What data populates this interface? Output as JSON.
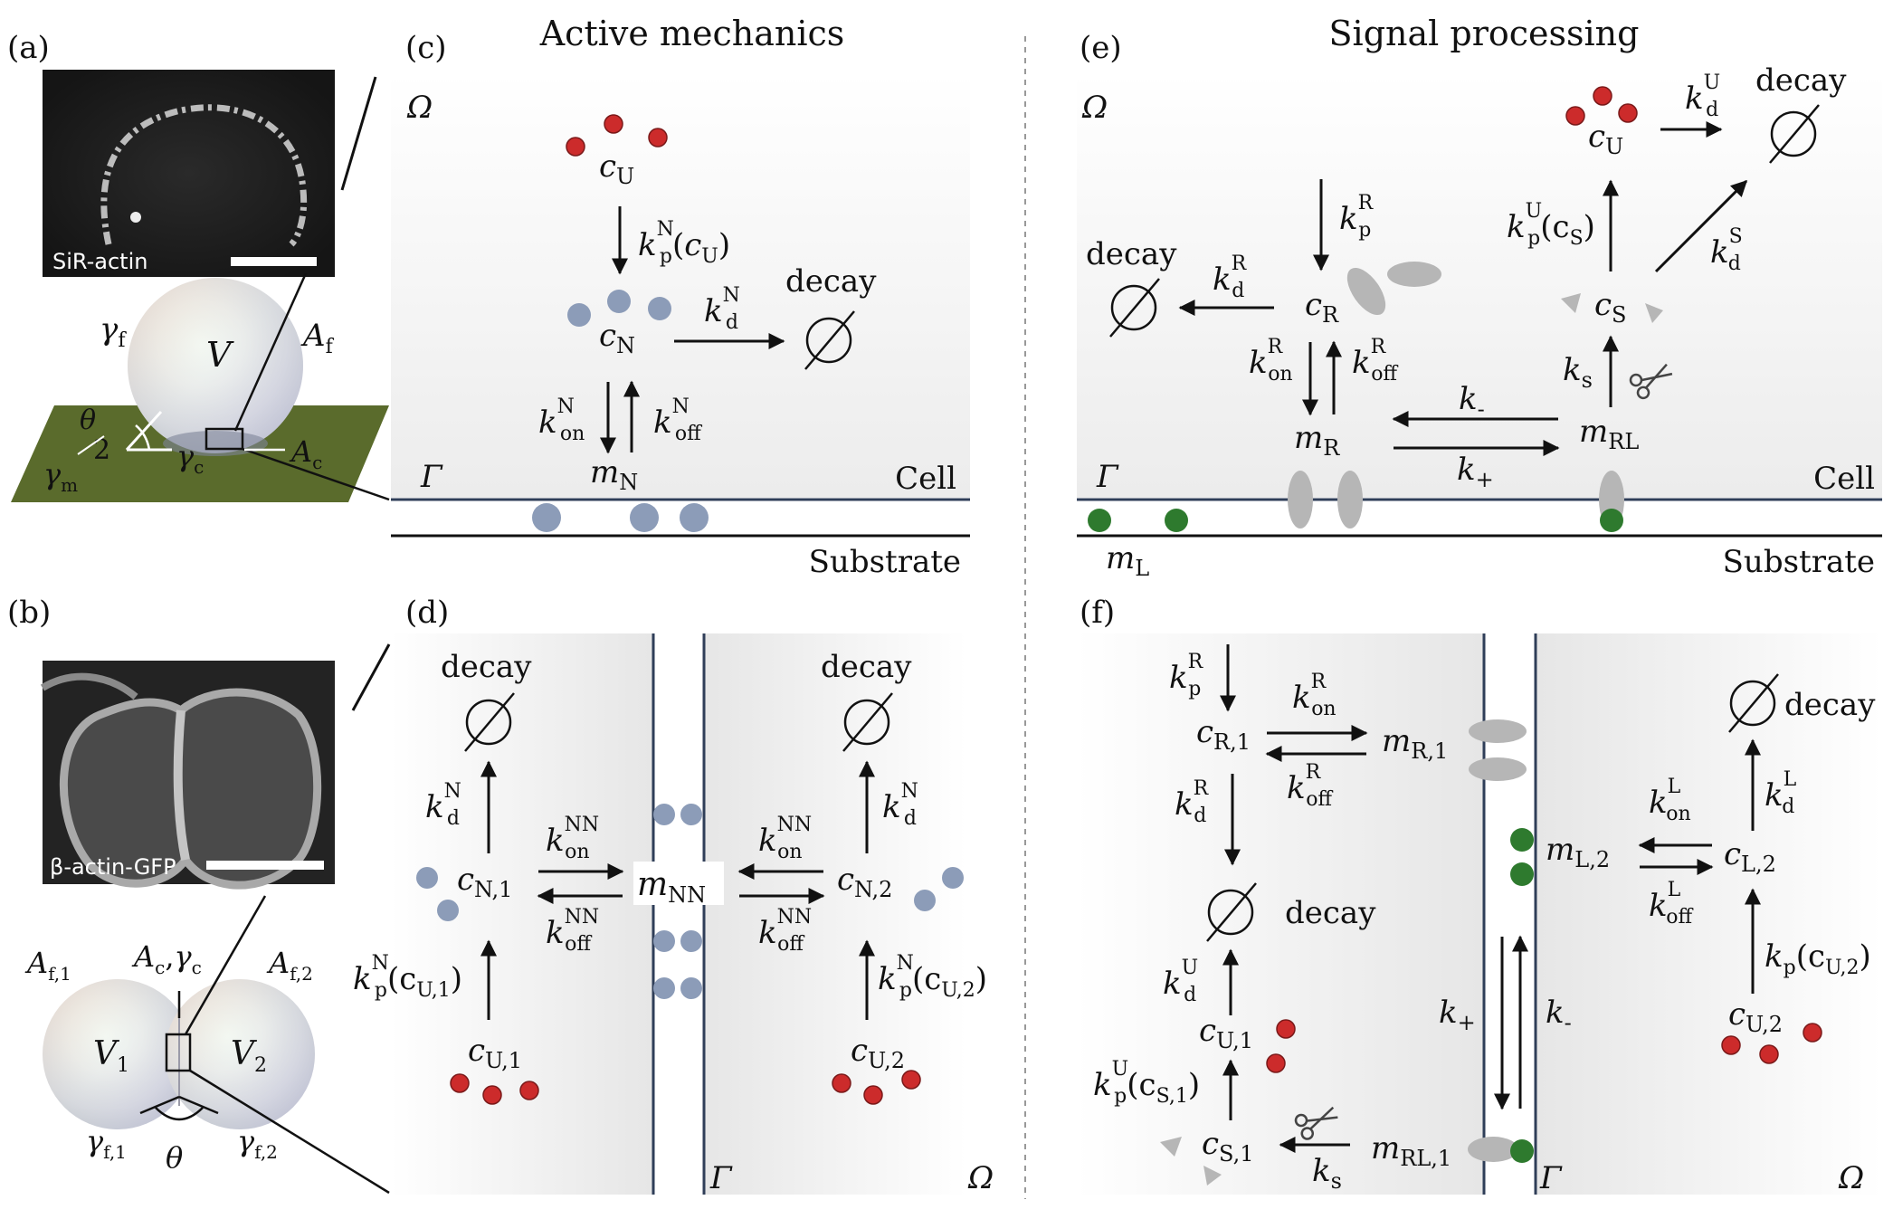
{
  "panel_labels": {
    "a": "(a)",
    "b": "(b)",
    "c": "(c)",
    "d": "(d)",
    "e": "(e)",
    "f": "(f)"
  },
  "headers": {
    "mechanics": "Active mechanics",
    "signal": "Signal processing"
  },
  "colors": {
    "mechanics_header": "#4a5b7a",
    "signal_header": "#4a8a43",
    "membrane": "#2f3e58",
    "substrate_green": "#5a6b2c",
    "protein_blue": "#8c9cb8",
    "ligand_red": "#cc2b2b",
    "ligand_green": "#2e7a2e",
    "receptor_grey": "#b6b6b6"
  },
  "micrographs": {
    "a_caption": "SiR-actin",
    "b_caption": "β-actin-GFP"
  },
  "a": {
    "gamma_f": "γ",
    "gamma_f_sub": "f",
    "V": "V",
    "A_f": "A",
    "A_f_sub": "f",
    "theta": "θ",
    "two": "2",
    "gamma_c": "γ",
    "gamma_c_sub": "c",
    "A_c": "A",
    "A_c_sub": "c",
    "gamma_m": "γ",
    "gamma_m_sub": "m"
  },
  "b": {
    "A_f1": "A",
    "A_f1_sub": "f,1",
    "A_c": "A",
    "A_c_sub": "c",
    "comma": ",",
    "gamma_c": "γ",
    "gamma_c_sub": "c",
    "A_f2": "A",
    "A_f2_sub": "f,2",
    "V1": "V",
    "V1_sub": "1",
    "V2": "V",
    "V2_sub": "2",
    "gamma_f1": "γ",
    "gamma_f1_sub": "f,1",
    "theta": "θ",
    "gamma_f2": "γ",
    "gamma_f2_sub": "f,2"
  },
  "c": {
    "omega": "Ω",
    "gamma": "Γ",
    "cell": "Cell",
    "substrate": "Substrate",
    "decay": "decay",
    "empty": "∅",
    "cU": "c",
    "cU_sub": "U",
    "kpN": "k",
    "kpN_sub": "p",
    "kpN_sup": "N",
    "kpN_arg_open": "(",
    "kpN_arg": "c",
    "kpN_arg_sub": "U",
    "kpN_arg_close": ")",
    "cN": "c",
    "cN_sub": "N",
    "kdN": "k",
    "kdN_sub": "d",
    "kdN_sup": "N",
    "konN": "k",
    "konN_sub": "on",
    "konN_sup": "N",
    "koffN": "k",
    "koffN_sub": "off",
    "koffN_sup": "N",
    "mN": "m",
    "mN_sub": "N"
  },
  "d": {
    "omega": "Ω",
    "gamma": "Γ",
    "decay_left": "decay",
    "decay_right": "decay",
    "empty": "∅",
    "kdN": "k",
    "kdN_sub": "d",
    "kdN_sup": "N",
    "cN1": "c",
    "cN1_sub": "N,1",
    "cN2": "c",
    "cN2_sub": "N,2",
    "konNN": "k",
    "konNN_sub": "on",
    "konNN_sup": "NN",
    "koffNN": "k",
    "koffNN_sub": "off",
    "koffNN_sup": "NN",
    "mNN": "m",
    "mNN_sub": "NN",
    "kpN": "k",
    "kpN_sub": "p",
    "kpN_sup": "N",
    "cU1_arg": "(c",
    "cU1_arg_sub": "U,1",
    "cU2_arg_sub": "U,2",
    "close": ")",
    "cU1": "c",
    "cU1_sub": "U,1",
    "cU2": "c",
    "cU2_sub": "U,2"
  },
  "e": {
    "omega": "Ω",
    "gamma": "Γ",
    "cell": "Cell",
    "substrate": "Substrate",
    "decay": "decay",
    "empty": "∅",
    "cU": "c",
    "cU_sub": "U",
    "kdU": "k",
    "kdU_sub": "d",
    "kdU_sup": "U",
    "kpR": "k",
    "kpR_sub": "p",
    "kpR_sup": "R",
    "kdR": "k",
    "kdR_sub": "d",
    "kdR_sup": "R",
    "cR": "c",
    "cR_sub": "R",
    "konR": "k",
    "konR_sub": "on",
    "konR_sup": "R",
    "koffR": "k",
    "koffR_sub": "off",
    "koffR_sup": "R",
    "kpU": "k",
    "kpU_sub": "p",
    "kpU_sup": "U",
    "kpU_arg": "(c",
    "kpU_arg_sub": "S",
    "close": ")",
    "kdS": "k",
    "kdS_sub": "d",
    "kdS_sup": "S",
    "cS": "c",
    "cS_sub": "S",
    "ks": "k",
    "ks_sub": "s",
    "kminus": "k",
    "kminus_sub": "-",
    "kplus": "k",
    "kplus_sub": "+",
    "mR": "m",
    "mR_sub": "R",
    "mRL": "m",
    "mRL_sub": "RL",
    "mL": "m",
    "mL_sub": "L"
  },
  "f": {
    "omega": "Ω",
    "gamma": "Γ",
    "decay_left": "decay",
    "decay_right": "decay",
    "empty": "∅",
    "kpR": "k",
    "kpR_sub": "p",
    "kpR_sup": "R",
    "konR": "k",
    "konR_sub": "on",
    "konR_sup": "R",
    "cR1": "c",
    "cR1_sub": "R,1",
    "mR1": "m",
    "mR1_sub": "R,1",
    "koffR": "k",
    "koffR_sub": "off",
    "koffR_sup": "R",
    "kdR": "k",
    "kdR_sub": "d",
    "kdR_sup": "R",
    "kdU": "k",
    "kdU_sub": "d",
    "kdU_sup": "U",
    "cU1": "c",
    "cU1_sub": "U,1",
    "kpU": "k",
    "kpU_sub": "p",
    "kpU_sup": "U",
    "kpU_arg": "(c",
    "kpU_arg_sub": "S,1",
    "close": ")",
    "cS1": "c",
    "cS1_sub": "S,1",
    "ks": "k",
    "ks_sub": "s",
    "mRL1": "m",
    "mRL1_sub": "RL,1",
    "kplus": "k",
    "kplus_sub": "+",
    "kminus": "k",
    "kminus_sub": "-",
    "mL2": "m",
    "mL2_sub": "L,2",
    "konL": "k",
    "konL_sub": "on",
    "konL_sup": "L",
    "koffL": "k",
    "koffL_sub": "off",
    "koffL_sup": "L",
    "cL2": "c",
    "cL2_sub": "L,2",
    "kdL": "k",
    "kdL_sub": "d",
    "kdL_sup": "L",
    "kpcU2": "k",
    "kpcU2_sub": "p",
    "kpcU2_arg": "(c",
    "kpcU2_arg_sub": "U,2",
    "cU2": "c",
    "cU2_sub": "U,2"
  }
}
